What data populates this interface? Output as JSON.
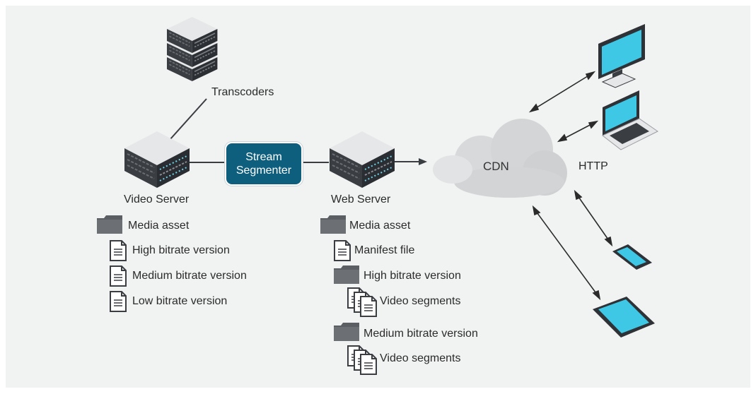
{
  "nodes": {
    "transcoders": "Transcoders",
    "video_server": "Video Server",
    "stream_segmenter": "Stream Segmenter",
    "web_server": "Web Server",
    "cdn": "CDN",
    "http": "HTTP"
  },
  "video_server_files": {
    "folder": "Media asset",
    "files": [
      "High bitrate version",
      "Medium bitrate version",
      "Low bitrate version"
    ]
  },
  "web_server_files": {
    "folder": "Media asset",
    "manifest": "Manifest file",
    "high_folder": "High bitrate version",
    "high_segments": "Video segments",
    "medium_folder": "Medium bitrate version",
    "medium_segments": "Video segments"
  },
  "colors": {
    "background": "#f1f2f2",
    "segmenter": "#0e5e7e",
    "screen": "#3ec8e6",
    "server_top": "#e6e7e8",
    "server_front": "#3a3d42",
    "cloud": "#d6d7d9",
    "folder": "#5b5e63"
  }
}
